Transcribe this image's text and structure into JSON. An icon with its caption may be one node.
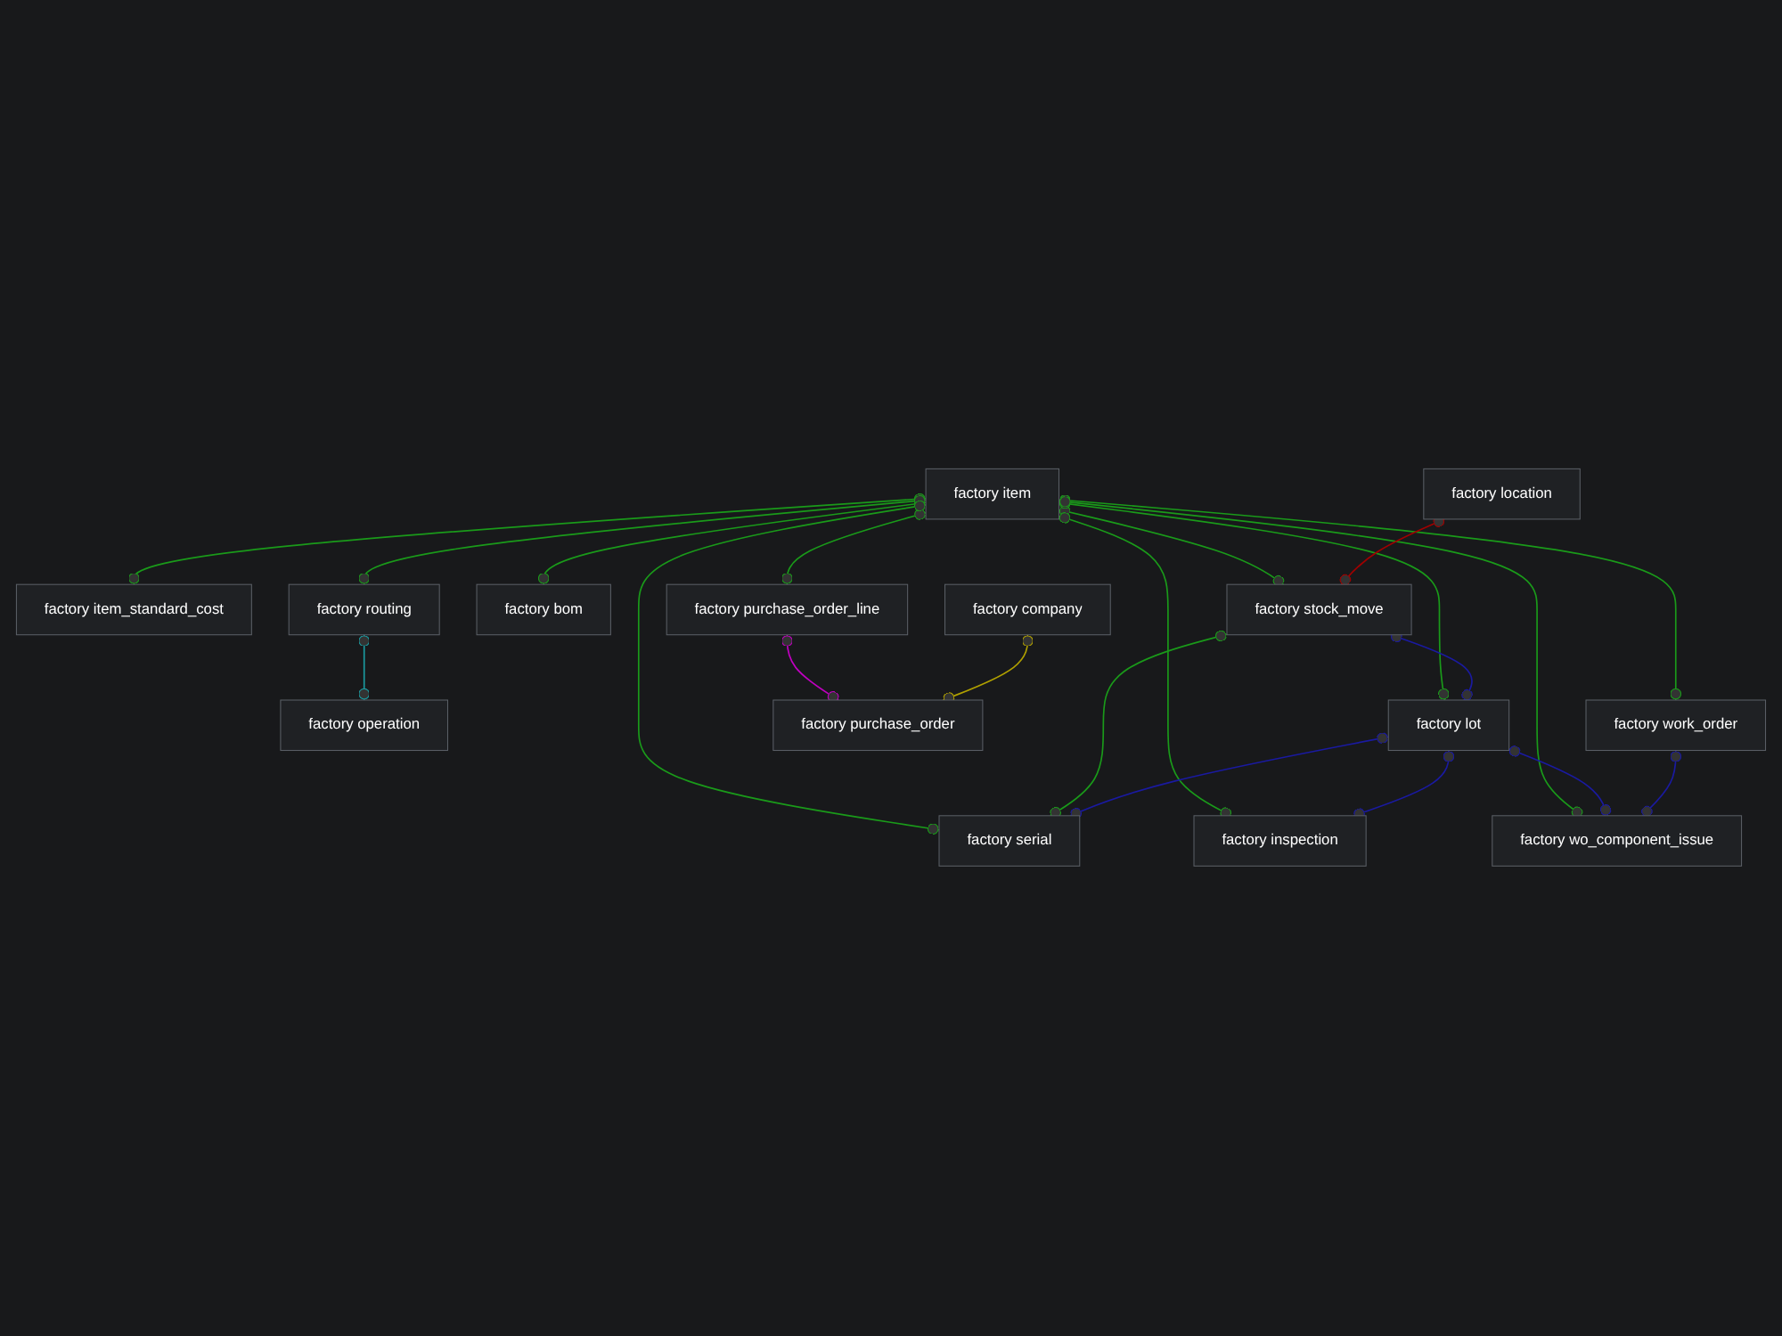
{
  "diagram": {
    "nodes": [
      {
        "text": [
          "factory item"
        ]
      },
      {
        "text": [
          "factory item_standard_cost"
        ]
      },
      {
        "text": [
          "factory purchase_order_line"
        ]
      },
      {
        "text": [
          "factory bom"
        ]
      },
      {
        "text": [
          "factory routing"
        ]
      },
      {
        "text": [
          "factory operation"
        ]
      },
      {
        "text": [
          "factory serial"
        ]
      },
      {
        "text": [
          "factory stock_move"
        ]
      },
      {
        "text": [
          "factory work_order"
        ]
      },
      {
        "text": [
          "factory location"
        ]
      },
      {
        "text": [
          "factory purchase_order"
        ]
      },
      {
        "text": [
          "factory inspection"
        ]
      },
      {
        "text": [
          "factory company"
        ]
      },
      {
        "text": [
          "factory wo_component_issue"
        ]
      },
      {
        "text": [
          "factory lot"
        ]
      }
    ],
    "edges": [
      {
        "from": 0,
        "to": 3,
        "arrow": "other"
      },
      {
        "from": 0,
        "to": 1,
        "arrow": "other"
      },
      {
        "from": 0,
        "to": 2,
        "arrow": "other"
      },
      {
        "from": 0,
        "to": 4,
        "arrow": "other"
      },
      {
        "from": 0,
        "to": 6,
        "arrow": "other"
      },
      {
        "from": 0,
        "to": 7,
        "arrow": "other"
      },
      {
        "from": 0,
        "to": 14,
        "arrow": "other"
      },
      {
        "from": 0,
        "to": 11,
        "arrow": "other"
      },
      {
        "from": 0,
        "to": 8,
        "arrow": "other"
      },
      {
        "from": 0,
        "to": 13,
        "arrow": "other"
      },
      {
        "from": 4,
        "to": 5,
        "arrow": "other",
        "color": "#1a9aa0"
      },
      {
        "from": 9,
        "to": 7,
        "arrow": "other",
        "color": "#a00000"
      },
      {
        "from": 7,
        "to": 6,
        "arrow": "other"
      },
      {
        "from": 7,
        "to": 14,
        "arrow": "other",
        "color": "#1a1aa0"
      },
      {
        "from": 14,
        "to": 11,
        "arrow": "other",
        "color": "#1a1aa0"
      },
      {
        "from": 14,
        "to": 13,
        "arrow": "other",
        "color": "#1a1aa0"
      },
      {
        "from": 14,
        "to": 6,
        "arrow": "other",
        "color": "#1a1aa0"
      },
      {
        "from": 8,
        "to": 13,
        "arrow": "other",
        "color": "#1a1aa0"
      },
      {
        "from": 2,
        "to": 10,
        "arrow": "other",
        "color": "#c000c0"
      },
      {
        "from": 12,
        "to": 10,
        "arrow": "other",
        "color": "#b0a000"
      }
    ]
  }
}
